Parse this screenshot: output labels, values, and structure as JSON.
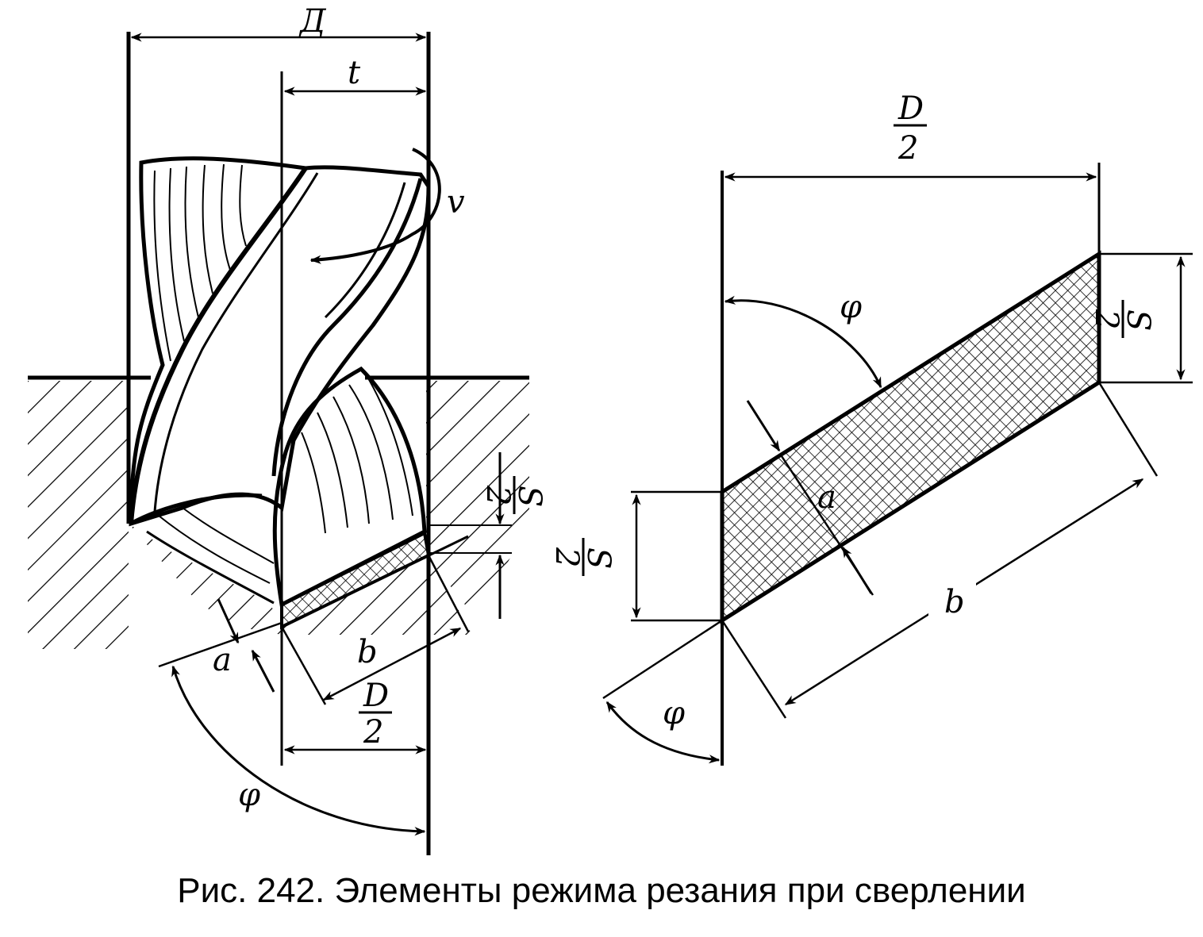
{
  "caption": "Рис. 242. Элементы режима резания при сверлении",
  "labels": {
    "D_cyr": "Д",
    "t": "t",
    "v": "v",
    "S": "S",
    "two": "2",
    "D": "D",
    "a": "a",
    "b": "b",
    "phi": "φ"
  },
  "colors": {
    "ink": "#000000",
    "paper": "#ffffff"
  }
}
